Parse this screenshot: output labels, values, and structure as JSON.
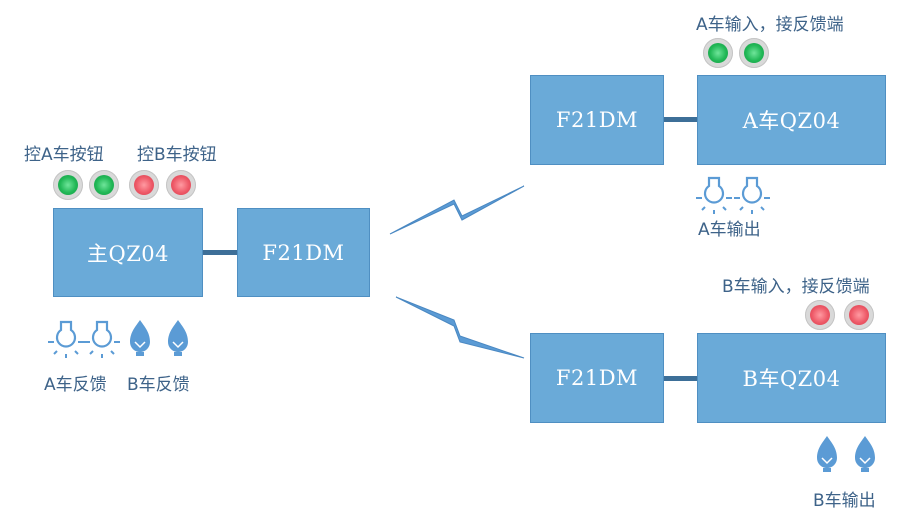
{
  "left_panel": {
    "ctrl_a_label": "控A车按钮",
    "ctrl_b_label": "控B车按钮",
    "main_box_label": "主QZ04",
    "radio_box_label": "F21DM",
    "feedback_a_label": "A车反馈",
    "feedback_b_label": "B车反馈"
  },
  "car_a": {
    "input_label": "A车输入，接反馈端",
    "radio_box_label": "F21DM",
    "box_label": "A车QZ04",
    "output_label": "A车输出"
  },
  "car_b": {
    "input_label": "B车输入，接反馈端",
    "radio_box_label": "F21DM",
    "box_label": "B车QZ04",
    "output_label": "B车输出"
  },
  "colors": {
    "box_fill": "#6aaad8",
    "connector": "#3d6f98",
    "label_text": "#3e6389",
    "led_green": "#22b857",
    "led_red": "#ee5a68",
    "icon_blue": "#5b9bd5"
  },
  "icons": {
    "lamp_off": "light-bulb-outline-icon",
    "lamp_on": "light-bulb-filled-icon",
    "wireless": "lightning-bolt-icon"
  }
}
